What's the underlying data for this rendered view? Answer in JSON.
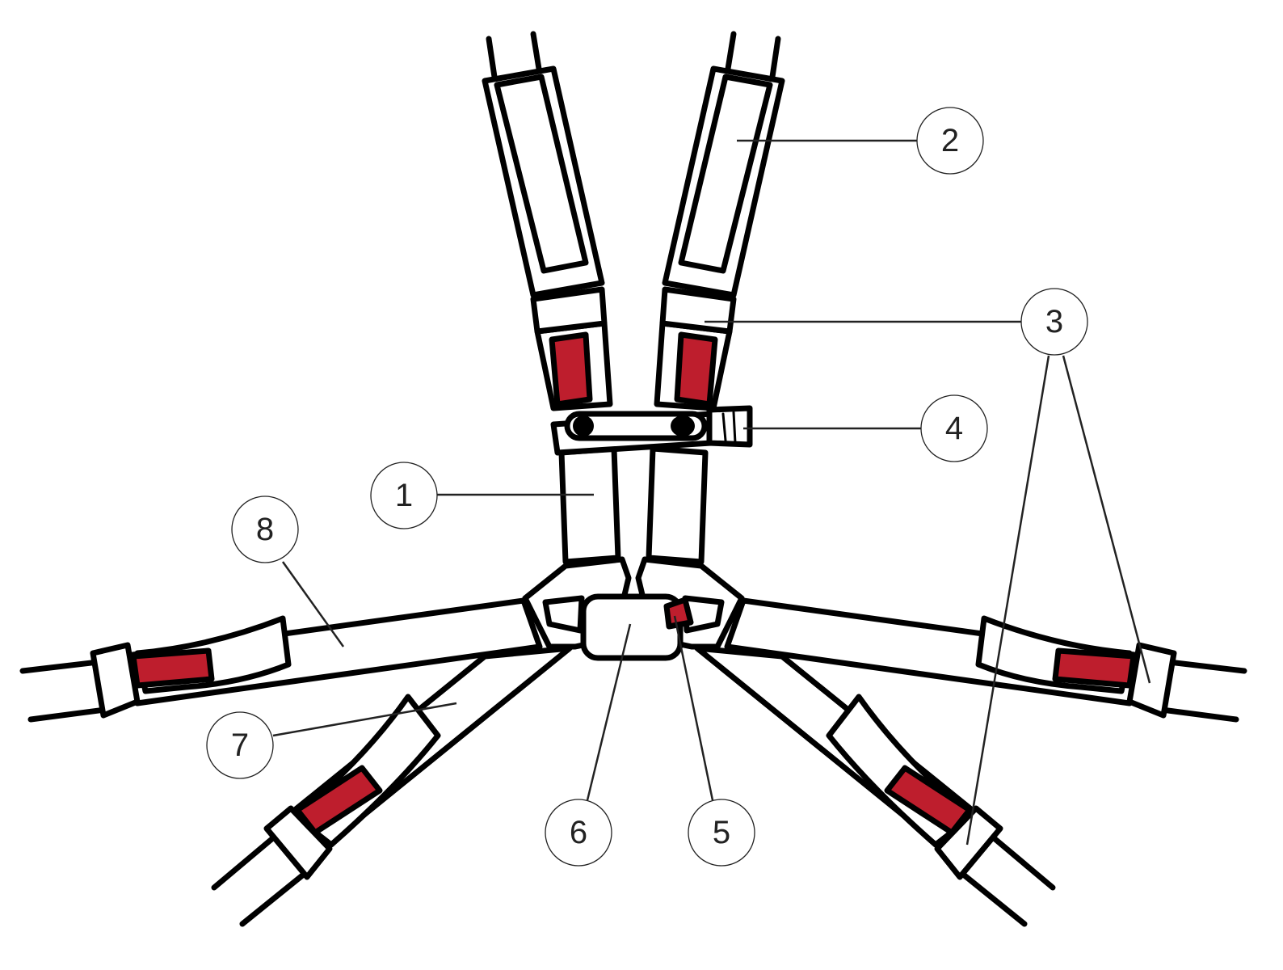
{
  "colors": {
    "webbing_adjuster": "#be1e2d",
    "outline": "#000000"
  },
  "callouts": [
    {
      "label": "1"
    },
    {
      "label": "2"
    },
    {
      "label": "3"
    },
    {
      "label": "4"
    },
    {
      "label": "5"
    },
    {
      "label": "6"
    },
    {
      "label": "7"
    },
    {
      "label": "8"
    }
  ]
}
